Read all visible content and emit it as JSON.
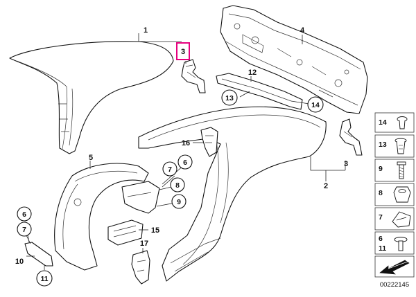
{
  "diagram": {
    "accent": "#e6007e",
    "reference_number": "00222145",
    "callouts": {
      "c1": "1",
      "c2": "2",
      "c3a": "3",
      "c3b": "3",
      "c4": "4",
      "c5": "5",
      "c6a": "6",
      "c6b": "6",
      "c7a": "7",
      "c7b": "7",
      "c8": "8",
      "c9": "9",
      "c10": "10",
      "c11": "11",
      "c12": "12",
      "c13": "13",
      "c14": "14",
      "c15": "15",
      "c16": "16",
      "c17": "17"
    },
    "legend": [
      {
        "label": "14",
        "icon": "push-rivet-icon"
      },
      {
        "label": "13",
        "icon": "expanding-nut-icon"
      },
      {
        "label": "9",
        "icon": "screw-icon"
      },
      {
        "label": "8",
        "icon": "clip-nut-icon"
      },
      {
        "label": "7",
        "icon": "spring-nut-icon"
      },
      {
        "label": "6",
        "label2": "11",
        "icon": "collar-screw-icon"
      }
    ]
  }
}
